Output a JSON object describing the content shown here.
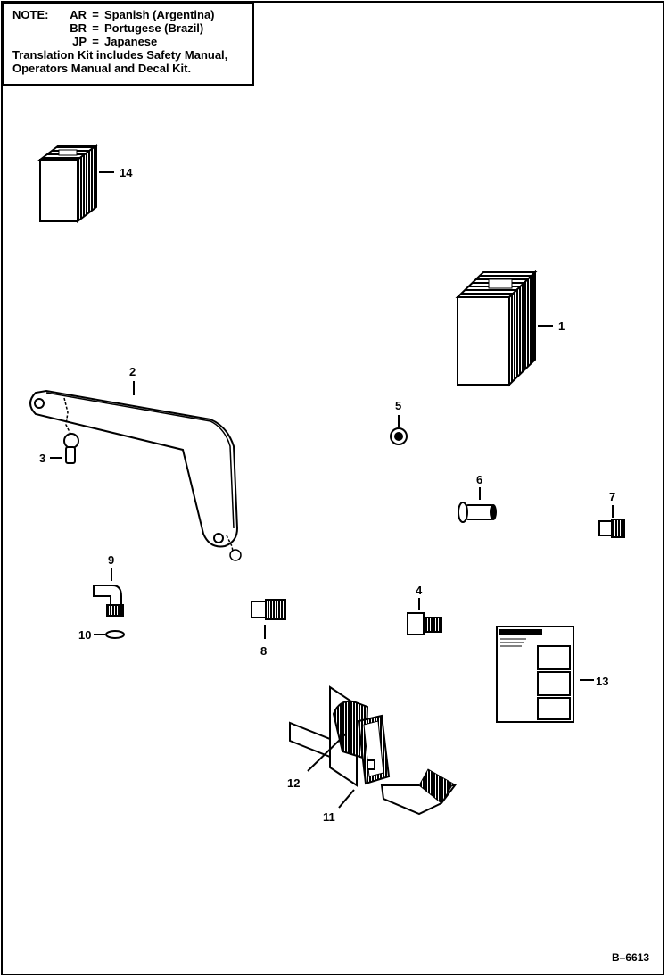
{
  "note": {
    "label": "NOTE:",
    "entries": [
      {
        "code": "AR",
        "eq": "=",
        "language": "Spanish (Argentina)"
      },
      {
        "code": "BR",
        "eq": "=",
        "language": "Portugese (Brazil)"
      },
      {
        "code": "JP",
        "eq": "=",
        "language": "Japanese"
      }
    ],
    "line4": "Translation Kit includes Safety Manual,",
    "line5": "Operators Manual and Decal Kit."
  },
  "callouts": {
    "c1": "1",
    "c2": "2",
    "c3": "3",
    "c4": "4",
    "c5": "5",
    "c6": "6",
    "c7": "7",
    "c8": "8",
    "c9": "9",
    "c10": "10",
    "c11": "11",
    "c12": "12",
    "c13": "13",
    "c14": "14"
  },
  "figure_id": "B–6613"
}
